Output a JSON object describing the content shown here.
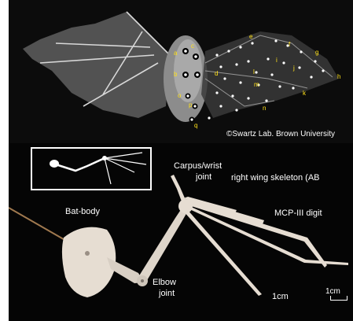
{
  "photo": {
    "credit": "©Swartz Lab. Brown University",
    "marker_labels": [
      "a",
      "b",
      "c",
      "d",
      "e",
      "f",
      "g",
      "h",
      "i",
      "j",
      "k",
      "l",
      "m",
      "n",
      "o",
      "p",
      "q"
    ]
  },
  "diagram": {
    "labels": {
      "carpus": "Carpus/wrist",
      "carpus_joint": "joint",
      "right_wing": "right wing skeleton (AB",
      "mcp": "MCP-III digit",
      "bat_body": "Bat-body",
      "elbow": "Elbow",
      "elbow_joint": "joint",
      "one_cm": "1cm",
      "scale": "1cm"
    }
  },
  "colors": {
    "marker": "#ffe11a",
    "skeleton": "#e6ddd2",
    "background": "#050505"
  }
}
